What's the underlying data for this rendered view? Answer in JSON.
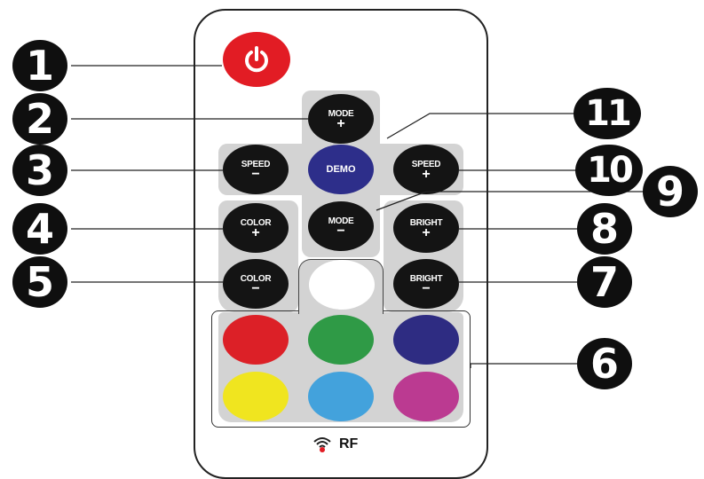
{
  "remote": {
    "power": {
      "icon": "power-icon",
      "color": "#e21c24"
    },
    "buttons": {
      "mode_plus": {
        "label": "MODE",
        "sign": "+"
      },
      "mode_minus": {
        "label": "MODE",
        "sign": "−"
      },
      "speed_minus": {
        "label": "SPEED",
        "sign": "−"
      },
      "speed_plus": {
        "label": "SPEED",
        "sign": "+"
      },
      "demo": {
        "label": "DEMO"
      },
      "color_plus": {
        "label": "COLOR",
        "sign": "+"
      },
      "color_minus": {
        "label": "COLOR",
        "sign": "−"
      },
      "bright_plus": {
        "label": "BRIGHT",
        "sign": "+"
      },
      "bright_minus": {
        "label": "BRIGHT",
        "sign": "−"
      }
    },
    "color_buttons": [
      {
        "name": "white",
        "color": "#ffffff"
      },
      {
        "name": "red",
        "color": "#dc2027"
      },
      {
        "name": "green",
        "color": "#2f9a46"
      },
      {
        "name": "blue",
        "color": "#2e2c82"
      },
      {
        "name": "yellow",
        "color": "#f0e51f"
      },
      {
        "name": "light-blue",
        "color": "#43a2dc"
      },
      {
        "name": "magenta",
        "color": "#bb3a91"
      }
    ],
    "signal": {
      "label": "RF",
      "icon": "wireless-signal-icon"
    }
  },
  "callouts": [
    "1",
    "2",
    "3",
    "4",
    "5",
    "6",
    "7",
    "8",
    "9",
    "10",
    "11"
  ]
}
